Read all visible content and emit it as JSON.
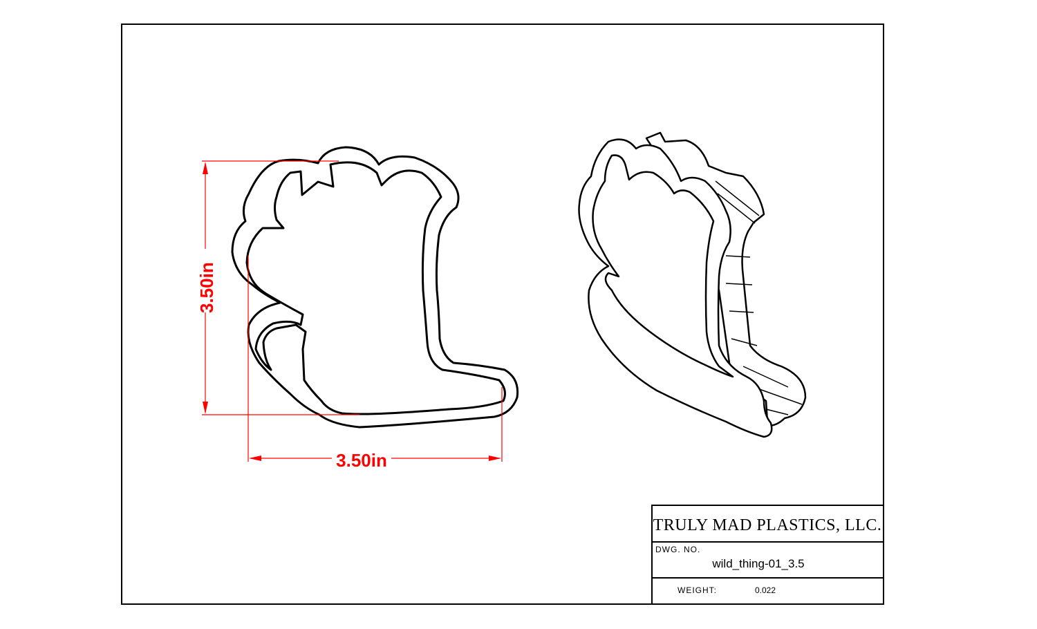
{
  "dimensions": {
    "height_label": "3.50in",
    "width_label": "3.50in",
    "color": "#ff0000"
  },
  "title_block": {
    "company": "TRULY MAD PLASTICS, LLC.",
    "dwg_no_label": "DWG. NO.",
    "dwg_no_value": "wild_thing-01_3.5",
    "weight_label": "WEIGHT:",
    "weight_value": "0.022"
  }
}
